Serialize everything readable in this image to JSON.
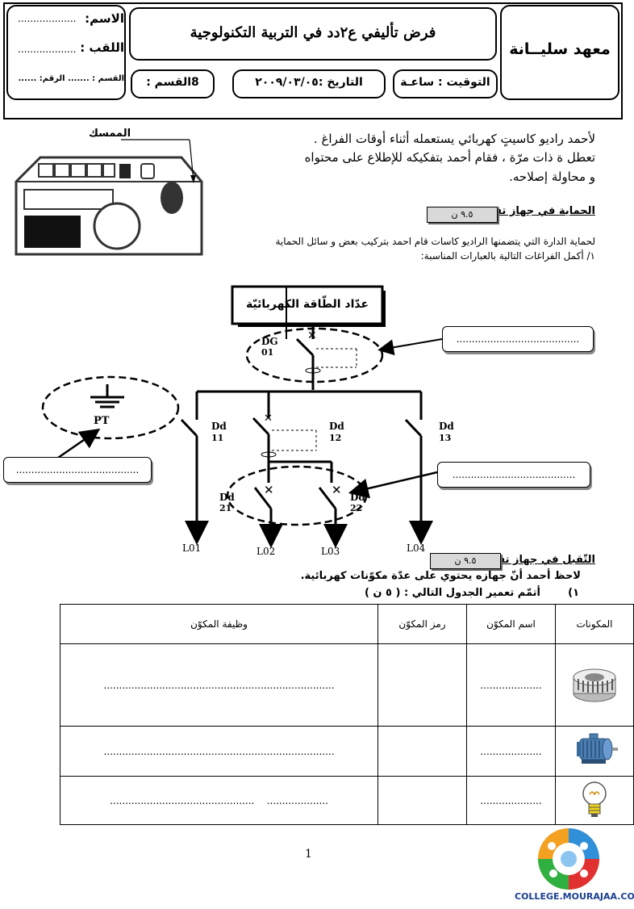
{
  "header": {
    "school": "معهد سليــانة",
    "title": "فرض تأليفي ع٢دد في التربية التكنولوجية",
    "duration": "التوقيت : ساعـة",
    "date": "التاريخ :٢٠٠٩/٠٣/٠٥",
    "section_box": "8القسم :",
    "name_label": "الاسم:",
    "name_dots": "...................",
    "surname_label": "اللقب :",
    "surname_dots": "...................",
    "class_line": "القسم : ....... الرقم: ......"
  },
  "intro": {
    "line1": "لأحمد راديو كاسيتٍ كهربائي يستعمله أثناء أوقات الفراغ .",
    "line2": "تعطل ة ذات مرّة ، فقام أحمد بتفكيكه للإطلاع على محتواه",
    "line3": "و محاولة إصلاحه.",
    "radio_label": "الممسك"
  },
  "section1": {
    "title": "الحماية في جهاز تقني",
    "points": "٩.٥ ن",
    "text1": "لحماية الدارة التي يتضمنها الراديو كاسات قام احمد بتركيب بعض و سائل الحماية",
    "text2": "١/ أكمل الفراغات التالية بالعبارات المناسبة:"
  },
  "diagram": {
    "meter_label": "عدّاد الطّاقة الكهربائيّة",
    "blank": "........................................",
    "dg": "DG",
    "dg_num": "01",
    "pt": "PT",
    "dd11": "Dd",
    "dd11_num": "11",
    "dd12": "Dd",
    "dd12_num": "12",
    "dd13": "Dd",
    "dd13_num": "13",
    "dd21": "Dd",
    "dd21_num": "21",
    "dd22": "Dd",
    "dd22_num": "22",
    "l01": "L01",
    "l02": "L02",
    "l03": "L03",
    "l04": "L04"
  },
  "section2": {
    "title": "التّقبل في جهاز تقني",
    "points": "٩.٥ ن",
    "text1": "لاحظ أحمد أنّ جهازه يحتوي على عدّة مكوّنات كهربائية.",
    "q_num": "١)",
    "q_text": "أتمّم تعمير الجدول التالي : ( ٥ ن )"
  },
  "table": {
    "headers": [
      "المكونات",
      "اسم المكوّن",
      "رمز المكوّن",
      "وظيفة المكوّن"
    ],
    "name_blank": "....................",
    "func_blank_long": "...........................................................................",
    "func_blank_a": "....................",
    "func_blank_b": "..............................................."
  },
  "footer": {
    "page": "1",
    "logo_text": "COLLEGE.MOURAJAA.COM"
  }
}
